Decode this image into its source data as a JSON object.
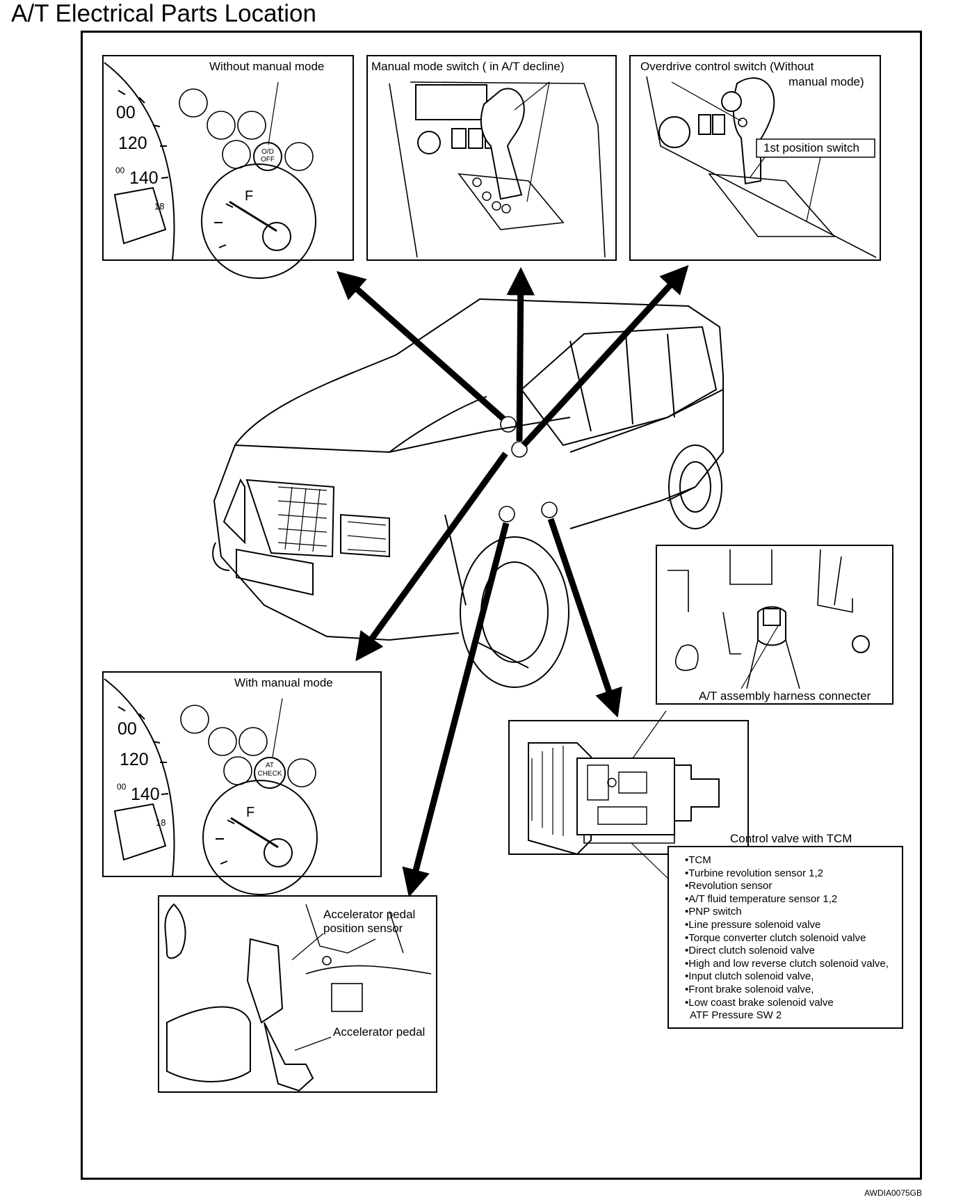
{
  "title": "A/T Electrical Parts Location",
  "figure_code": "AWDIA0075GB",
  "callouts": {
    "without_manual_mode": "Without manual mode",
    "manual_mode_switch": "Manual mode switch ( in A/T decline)",
    "overdrive_switch_line1": "Overdrive control switch (Without",
    "overdrive_switch_line2": "manual mode)",
    "first_position_switch": "1st position switch",
    "with_manual_mode": "With manual mode",
    "at_assembly_harness": "A/T assembly harness connecter",
    "control_valve": "Control valve with TCM",
    "accel_sensor_line1": "Accelerator pedal",
    "accel_sensor_line2": "position sensor",
    "accel_pedal": "Accelerator pedal"
  },
  "gauge": {
    "speed_100": "00",
    "speed_120": "120",
    "speed_140": "140",
    "tick_00": "00",
    "fuel_f": "F",
    "odo_18": "18",
    "od_off_line1": "O/D",
    "od_off_line2": "OFF",
    "at_check_line1": "AT",
    "at_check_line2": "CHECK"
  },
  "component_list": [
    "TCM",
    "Turbine revolution sensor 1,2",
    "Revolution sensor",
    "A/T fluid temperature sensor 1,2",
    "PNP switch",
    "Line pressure solenoid valve",
    "Torque converter clutch solenoid valve",
    "Direct clutch solenoid valve",
    "High and low reverse clutch solenoid valve,",
    "Input clutch solenoid valve,",
    "Front brake solenoid valve,",
    "Low coast brake solenoid valve",
    "ATF Pressure SW 2"
  ]
}
